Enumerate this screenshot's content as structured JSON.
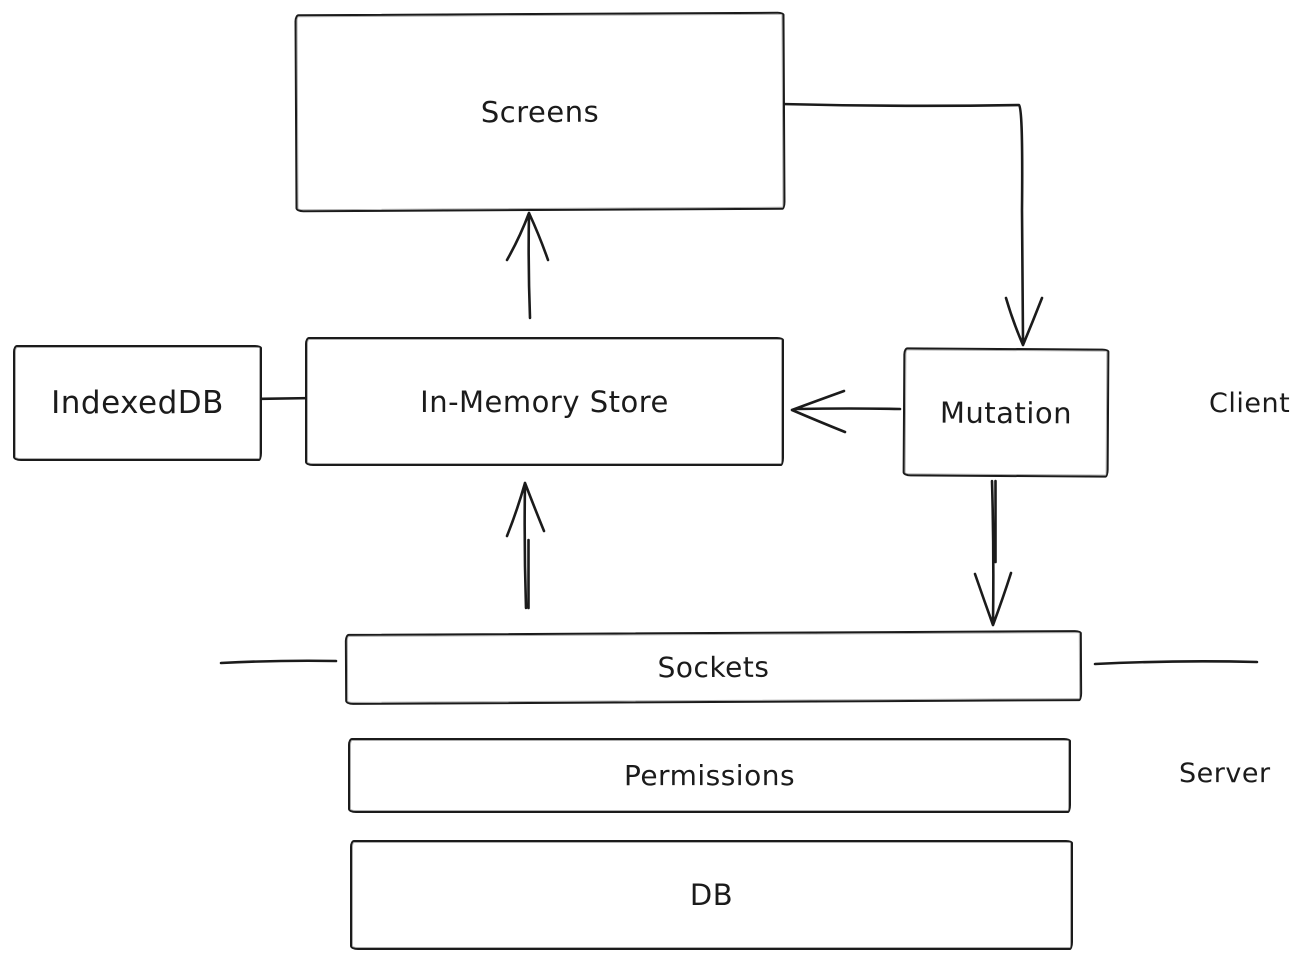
{
  "diagram": {
    "kind": "hand-drawn architecture diagram",
    "nodes": {
      "screens": {
        "label": "Screens"
      },
      "indexeddb": {
        "label": "IndexedDB"
      },
      "in_memory_store": {
        "label": "In-Memory Store"
      },
      "mutation": {
        "label": "Mutation"
      },
      "sockets": {
        "label": "Sockets"
      },
      "permissions": {
        "label": "Permissions"
      },
      "db": {
        "label": "DB"
      }
    },
    "zones": {
      "client": {
        "label": "Client"
      },
      "server": {
        "label": "Server"
      }
    },
    "edges": [
      {
        "from": "Screens",
        "to": "Mutation",
        "style": "elbow-arrow",
        "direction": "right-then-down"
      },
      {
        "from": "In-Memory Store",
        "to": "Screens",
        "style": "arrow",
        "direction": "up"
      },
      {
        "from": "Mutation",
        "to": "In-Memory Store",
        "style": "arrow",
        "direction": "left"
      },
      {
        "from": "Mutation",
        "to": "Sockets",
        "style": "arrow",
        "direction": "down"
      },
      {
        "from": "Sockets",
        "to": "In-Memory Store",
        "style": "arrow",
        "direction": "up"
      },
      {
        "from": "IndexedDB",
        "to": "In-Memory Store",
        "style": "plain-line",
        "direction": "horizontal"
      }
    ],
    "separators": [
      {
        "side": "left-of-sockets"
      },
      {
        "side": "right-of-sockets"
      }
    ],
    "colors": {
      "stroke": "#1b1b1b",
      "background": "#ffffff"
    }
  }
}
